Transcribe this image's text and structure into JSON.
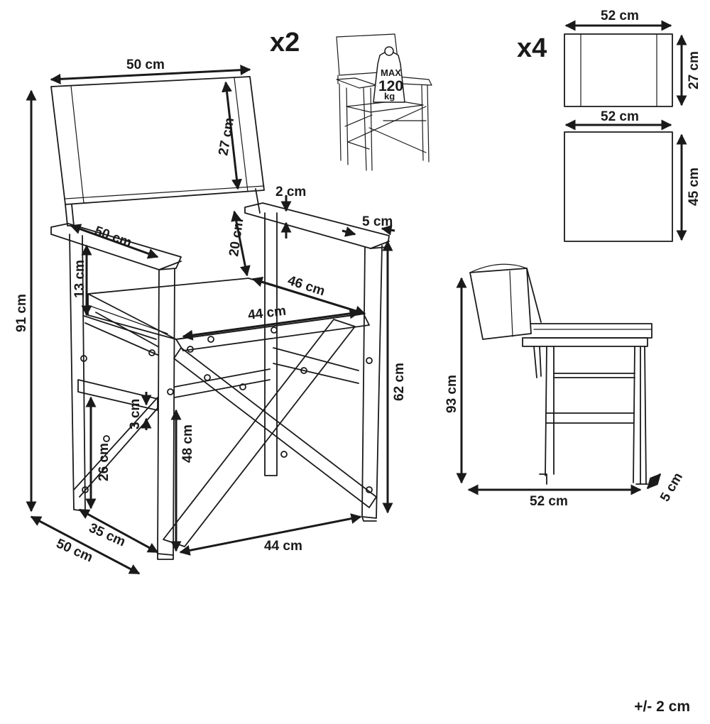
{
  "quantity_chairs": "x2",
  "quantity_fabrics": "x4",
  "max_load": {
    "line1": "MAX",
    "line2": "120",
    "line3": "kg"
  },
  "dimensions": {
    "back_width": "50 cm",
    "back_height": "27 cm",
    "armrest_length": "50 cm",
    "armrest_thickness": "2 cm",
    "armrest_width": "5 cm",
    "armrest_to_back": "20 cm",
    "arm_to_seat": "13 cm",
    "seat_depth": "46 cm",
    "seat_width_top": "44 cm",
    "total_height": "91 cm",
    "arm_height": "62 cm",
    "seat_height": "48 cm",
    "stretcher_height": "26 cm",
    "stretcher_thickness": "3 cm",
    "base_depth_inner": "35 cm",
    "base_depth": "50 cm",
    "base_width": "44 cm",
    "fabric_back_width": "52 cm",
    "fabric_back_height": "27 cm",
    "fabric_seat_width": "52 cm",
    "fabric_seat_height": "45 cm",
    "folded_height": "93 cm",
    "folded_length": "52 cm",
    "folded_thickness": "5 cm"
  },
  "tolerance": "+/- 2 cm"
}
